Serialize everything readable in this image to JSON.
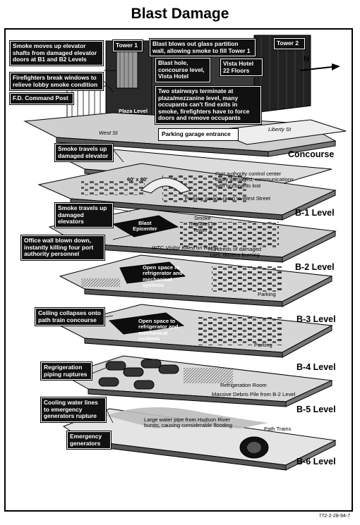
{
  "title": "Blast Damage",
  "figure_id": "772-2-28-94-7",
  "north_label": "N",
  "levels": [
    "Concourse",
    "B-1 Level",
    "B-2 Level",
    "B-3 Level",
    "B-4 Level",
    "B-5 Level",
    "B-6 Level"
  ],
  "callouts": {
    "smoke_elevator": "Smoke moves up elevator\nshafts from damaged elevator\ndoors at B1 and B2 Levels",
    "firefighters_windows": "Firefighters break windows to\nrelieve lobby smoke condition",
    "command_post": "F.D. Command Post",
    "tower1": "Tower 1",
    "blast_glass": "Blast blows out glass partition\nwall, allowing smoke to fill Tower 1",
    "tower2": "Tower 2",
    "blast_hole": "Blast hole,\nconcourse level,\nVista Hotel",
    "vista": "Vista Hotel\n22 Floors",
    "stairways": "Two stairways terminate at\nplaza/mezzanine level, many\noccupants can't find exits in\nsmoke, firefighters have to force\ndoors and remove occupants",
    "parking_entrance": "Parking garage entrance",
    "smoke_damaged_1": "Smoke travels up\ndamaged elevator",
    "smoke_damaged_2": "Smoke travels up\ndamaged elevators",
    "office_wall": "Office wall blown down,\ninstantly killing four port\nauthority personnel",
    "ceiling": "Ceiling collapses onto\npath train concourse",
    "refrigeration_piping": "Regrigeration\npiping ruptures",
    "cooling_water": "Cooling water lines\nto emergency\ngenerators rupture",
    "emergency_generators": "Emergency\ngenerators"
  },
  "labels": {
    "plaza_level": "Plaza Level",
    "west_st": "West St",
    "liberty_st": "Liberty St",
    "crater": "60' x 80'",
    "port_authority": "Port authority control center\nbadly damaged, communications\nwith occupants lost",
    "parking_ramp": "Parking garage ramp to West Street",
    "blast_epicenter": "Blast\nEpicenter",
    "smoke_tower2": "Smoke\nmigrates to\nTower 2",
    "wtc_visitor": "WTC Visitor Killed on Ramp",
    "damaged_cars": "Hundreds of damaged\ncars, dozens burning",
    "open_space_1": "Open space to\nrefrigerator and\nmechanical\nsystems",
    "open_space_2": "Open space to\nrefrigerator and\nmechanical\nsystems",
    "parking_b3": "Parking",
    "parking_b4": "Parking",
    "refrigeration_room": "Refrigeration Room",
    "debris_pile": "Massive Debris Pile from B-2 Level",
    "water_pipe": "Large water pipe from Hudson River\nbursts, causing considerable flooding",
    "path_trains": "Path Trains"
  },
  "colors": {
    "ink": "#000000",
    "slab": "#d9d9d9",
    "hole": "#0d0d0d",
    "callout_bg": "#111111"
  }
}
